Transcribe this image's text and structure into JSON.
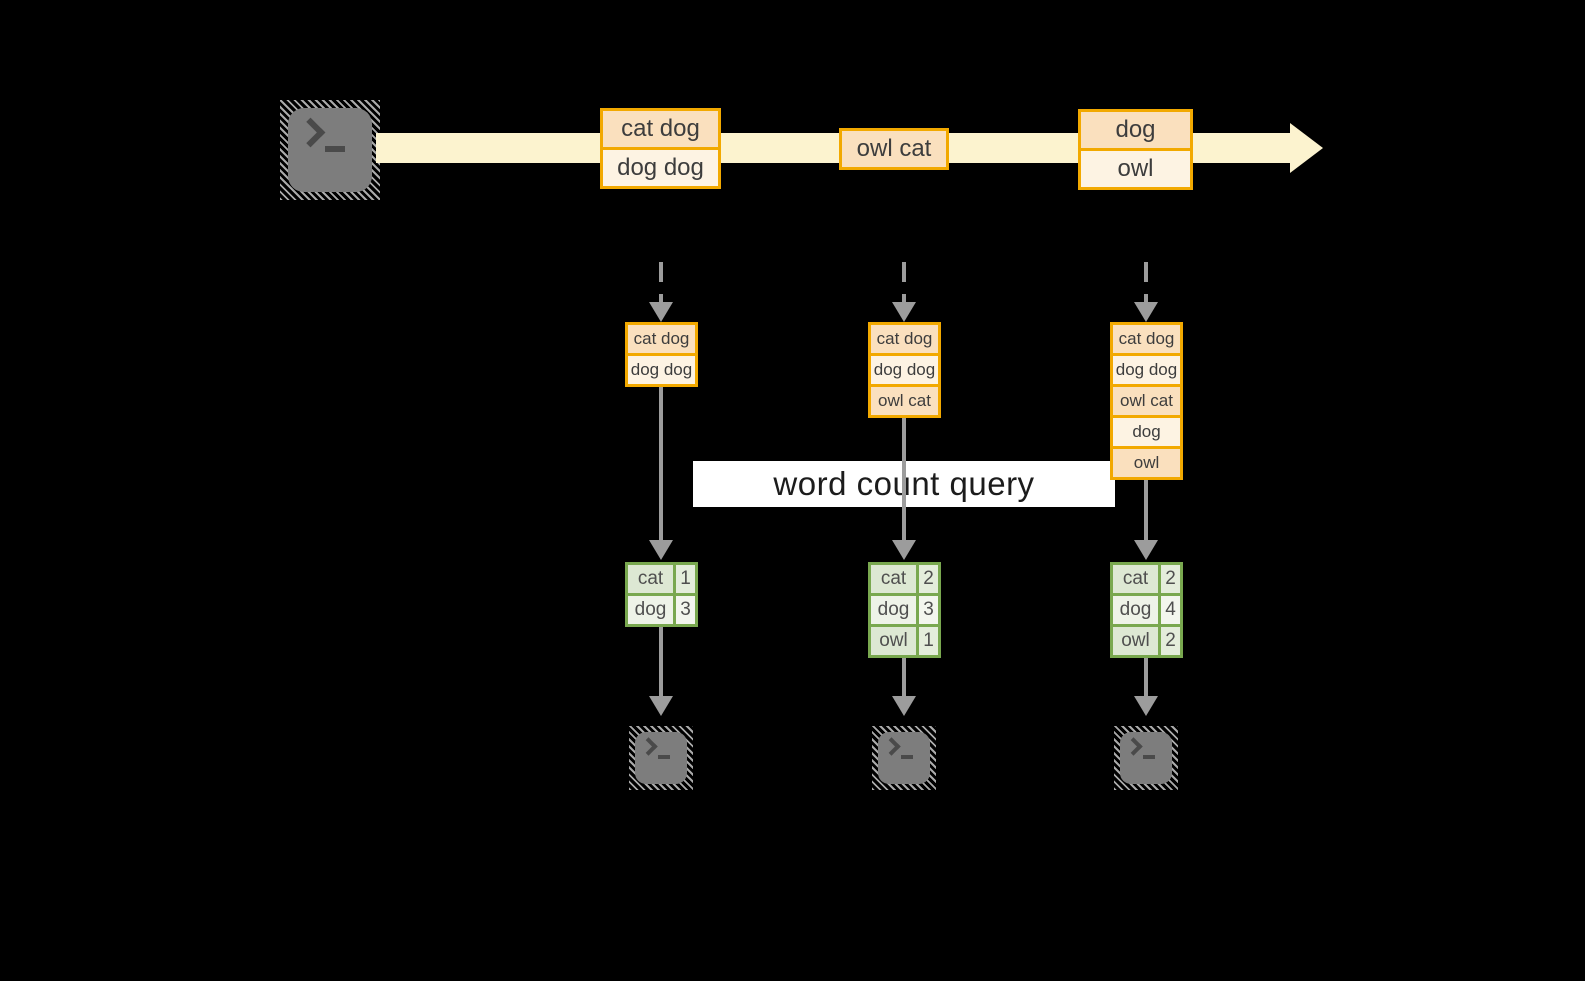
{
  "query_label": "word count query",
  "stream": {
    "events": [
      {
        "lines": [
          "cat dog",
          "dog dog"
        ]
      },
      {
        "lines": [
          "owl cat"
        ]
      },
      {
        "lines": [
          "dog",
          "owl"
        ]
      }
    ]
  },
  "snapshots": [
    {
      "buffer": [
        "cat dog",
        "dog dog"
      ],
      "counts": [
        {
          "word": "cat",
          "count": "1"
        },
        {
          "word": "dog",
          "count": "3"
        }
      ]
    },
    {
      "buffer": [
        "cat dog",
        "dog dog",
        "owl cat"
      ],
      "counts": [
        {
          "word": "cat",
          "count": "2"
        },
        {
          "word": "dog",
          "count": "3"
        },
        {
          "word": "owl",
          "count": "1"
        }
      ]
    },
    {
      "buffer": [
        "cat dog",
        "dog dog",
        "owl cat",
        "dog",
        "owl"
      ],
      "counts": [
        {
          "word": "cat",
          "count": "2"
        },
        {
          "word": "dog",
          "count": "4"
        },
        {
          "word": "owl",
          "count": "2"
        }
      ]
    }
  ],
  "colors": {
    "background": "#000000",
    "orange_border": "#F2A900",
    "cell_peach": "#FAE0BE",
    "cell_cream": "#FDF3E3",
    "stream_band": "#FCF3CF",
    "green_border": "#79A84F",
    "green_cell": "#DDE8D3",
    "green_cell_light": "#EEF3E8",
    "arrow_gray": "#9C9C9C",
    "terminal_gray": "#7D7D7D",
    "query_band_bg": "#FFFFFF"
  }
}
